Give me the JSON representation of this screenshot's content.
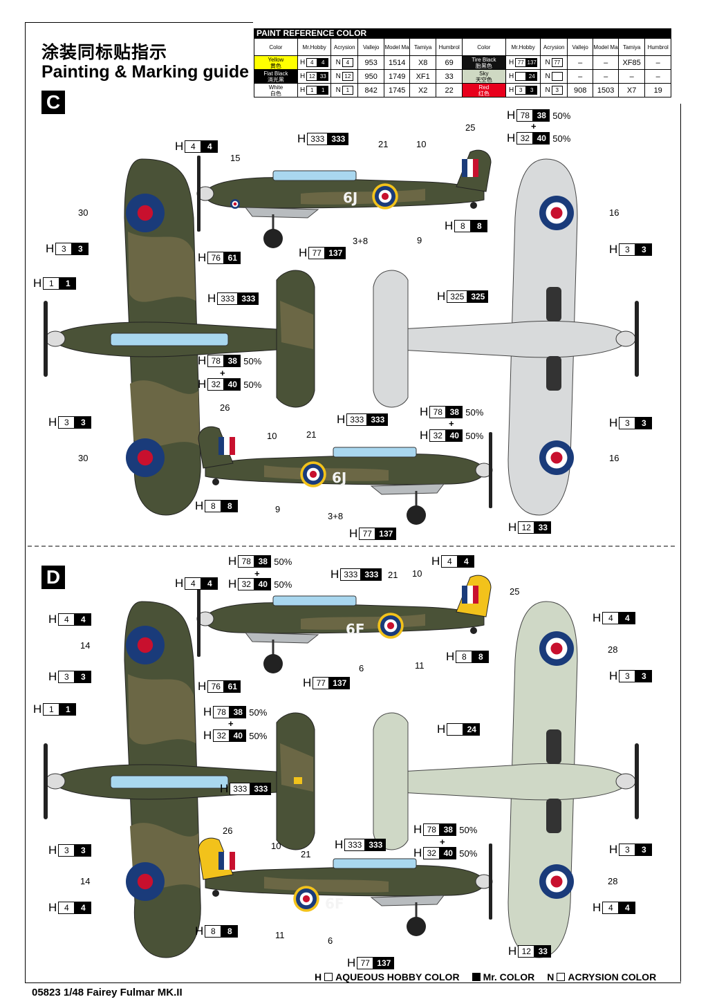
{
  "header": {
    "title_cn": "涂装同标贴指示",
    "title_en": "Painting & Marking guide"
  },
  "paint_table": {
    "title": "PAINT  REFERENCE COLOR",
    "headers": [
      "Color",
      "Mr.Hobby",
      "Acrysion",
      "Vallejo",
      "Model Master",
      "Tamiya",
      "Humbrol",
      "Color",
      "Mr.Hobby",
      "Acrysion",
      "Vallejo",
      "Model Master",
      "Tamiya",
      "Humbrol"
    ],
    "rows": [
      {
        "c1": "Yellow",
        "c1cn": "黄色",
        "h1": "4",
        "h1k": "4",
        "n1": "4",
        "v1": "953",
        "m1": "1514",
        "t1": "X8",
        "u1": "69",
        "c2": "Tire Black",
        "c2cn": "胎黑色",
        "h2": "77",
        "h2k": "137",
        "n2": "77",
        "v2": "–",
        "m2": "–",
        "t2": "XF85",
        "u2": "–"
      },
      {
        "c1": "Flat Black",
        "c1cn": "消光黑",
        "h1": "12",
        "h1k": "33",
        "n1": "12",
        "v1": "950",
        "m1": "1749",
        "t1": "XF1",
        "u1": "33",
        "c2": "Sky",
        "c2cn": "天空色",
        "h2": "",
        "h2k": "24",
        "n2": "",
        "v2": "–",
        "m2": "–",
        "t2": "–",
        "u2": "–"
      },
      {
        "c1": "White",
        "c1cn": "白色",
        "h1": "1",
        "h1k": "1",
        "n1": "1",
        "v1": "842",
        "m1": "1745",
        "t1": "X2",
        "u1": "22",
        "c2": "Red",
        "c2cn": "红色",
        "h2": "3",
        "h2k": "3",
        "n2": "3",
        "v2": "908",
        "m2": "1503",
        "t2": "X7",
        "u2": "19"
      }
    ]
  },
  "sections": {
    "c": "C",
    "d": "D"
  },
  "callouts": {
    "c_top_prop": {
      "h": "H",
      "w": "4",
      "k": "4"
    },
    "c_top_cockpit": {
      "h": "H",
      "w": "333",
      "k": "333"
    },
    "c_tail_a": {
      "h": "H",
      "w": "78",
      "k": "38",
      "pct": "50%"
    },
    "c_tail_b": {
      "h": "H",
      "w": "32",
      "k": "40",
      "pct": "50%"
    },
    "c_wheel": {
      "h": "H",
      "w": "8",
      "k": "8"
    },
    "c_left_wing_top": {
      "h": "H",
      "w": "3",
      "k": "3"
    },
    "c_spinner": {
      "h": "H",
      "w": "1",
      "k": "1"
    },
    "c_upper": {
      "h": "H",
      "w": "333",
      "k": "333"
    },
    "c_exhaust": {
      "h": "H",
      "w": "76",
      "k": "61"
    },
    "c_gear": {
      "h": "H",
      "w": "77",
      "k": "137"
    },
    "c_right_wing_top": {
      "h": "H",
      "w": "3",
      "k": "3"
    },
    "c_under": {
      "h": "H",
      "w": "325",
      "k": "325"
    },
    "c_mid_a": {
      "h": "H",
      "w": "78",
      "k": "38",
      "pct": "50%"
    },
    "c_mid_b": {
      "h": "H",
      "w": "32",
      "k": "40",
      "pct": "50%"
    },
    "c_left_wing_bot": {
      "h": "H",
      "w": "3",
      "k": "3"
    },
    "c_right_wing_bot": {
      "h": "H",
      "w": "3",
      "k": "3"
    },
    "c_side2_canopy": {
      "h": "H",
      "w": "333",
      "k": "333"
    },
    "c_side2_a": {
      "h": "H",
      "w": "78",
      "k": "38",
      "pct": "50%"
    },
    "c_side2_b": {
      "h": "H",
      "w": "32",
      "k": "40",
      "pct": "50%"
    },
    "c_side2_wheel": {
      "h": "H",
      "w": "8",
      "k": "8"
    },
    "c_side2_gear": {
      "h": "H",
      "w": "77",
      "k": "137"
    },
    "c_side2_prop": {
      "h": "H",
      "w": "12",
      "k": "33"
    },
    "d_top_a": {
      "h": "H",
      "w": "78",
      "k": "38",
      "pct": "50%"
    },
    "d_top_b": {
      "h": "H",
      "w": "32",
      "k": "40",
      "pct": "50%"
    },
    "d_top_prop": {
      "h": "H",
      "w": "4",
      "k": "4"
    },
    "d_top_canopy": {
      "h": "H",
      "w": "333",
      "k": "333"
    },
    "d_tail_yellow": {
      "h": "H",
      "w": "4",
      "k": "4"
    },
    "d_left_wing_top": {
      "h": "H",
      "w": "4",
      "k": "4"
    },
    "d_left_wing_mid": {
      "h": "H",
      "w": "3",
      "k": "3"
    },
    "d_exhaust": {
      "h": "H",
      "w": "76",
      "k": "61"
    },
    "d_gear": {
      "h": "H",
      "w": "77",
      "k": "137"
    },
    "d_wheel": {
      "h": "H",
      "w": "8",
      "k": "8"
    },
    "d_right_wing_top": {
      "h": "H",
      "w": "4",
      "k": "4"
    },
    "d_right_wing_mid": {
      "h": "H",
      "w": "3",
      "k": "3"
    },
    "d_spinner": {
      "h": "H",
      "w": "1",
      "k": "1"
    },
    "d_mid_a": {
      "h": "H",
      "w": "78",
      "k": "38",
      "pct": "50%"
    },
    "d_mid_b": {
      "h": "H",
      "w": "32",
      "k": "40",
      "pct": "50%"
    },
    "d_under": {
      "h": "H",
      "w": "",
      "k": "24"
    },
    "d_upper": {
      "h": "H",
      "w": "333",
      "k": "333"
    },
    "d_left_wing_bot": {
      "h": "H",
      "w": "3",
      "k": "3"
    },
    "d_left_wing_bot2": {
      "h": "H",
      "w": "4",
      "k": "4"
    },
    "d_right_wing_bot": {
      "h": "H",
      "w": "3",
      "k": "3"
    },
    "d_right_wing_bot2": {
      "h": "H",
      "w": "4",
      "k": "4"
    },
    "d_side2_canopy": {
      "h": "H",
      "w": "333",
      "k": "333"
    },
    "d_side2_a": {
      "h": "H",
      "w": "78",
      "k": "38",
      "pct": "50%"
    },
    "d_side2_b": {
      "h": "H",
      "w": "32",
      "k": "40",
      "pct": "50%"
    },
    "d_side2_wheel": {
      "h": "H",
      "w": "8",
      "k": "8"
    },
    "d_side2_gear": {
      "h": "H",
      "w": "77",
      "k": "137"
    },
    "d_side2_prop": {
      "h": "H",
      "w": "12",
      "k": "33"
    }
  },
  "numbers": {
    "c25": "25",
    "c21": "21",
    "c10": "10",
    "c15": "15",
    "c30a": "30",
    "c16a": "16",
    "c38": "3+8",
    "c9": "9",
    "c26": "26",
    "c10b": "10",
    "c21b": "21",
    "c30b": "30",
    "c16b": "16",
    "c9b": "9",
    "c38b": "3+8",
    "d21": "21",
    "d10": "10",
    "d25": "25",
    "d14a": "14",
    "d28a": "28",
    "d6": "6",
    "d11": "11",
    "d26": "26",
    "d10b": "10",
    "d21b": "21",
    "d14b": "14",
    "d28b": "28",
    "d11b": "11",
    "d6b": "6"
  },
  "codes": {
    "c": "6J",
    "d": "6F"
  },
  "plus": "+",
  "legend": {
    "h_prefix": "H",
    "h_text": "AQUEOUS HOBBY COLOR",
    "m_text": "Mr. COLOR",
    "n_prefix": "N",
    "n_text": "ACRYSION COLOR"
  },
  "footer": "05823 1/48  Fairey Fulmar MK.II",
  "colors": {
    "dark_green": "#4a5237",
    "dark_earth": "#6b6745",
    "sky": "#cfd8c6",
    "silver": "#d8dadb",
    "roundel_blue": "#1a3b7a",
    "roundel_red": "#c8102e",
    "roundel_yellow": "#f2c21b",
    "canopy": "#a9d7ef"
  }
}
